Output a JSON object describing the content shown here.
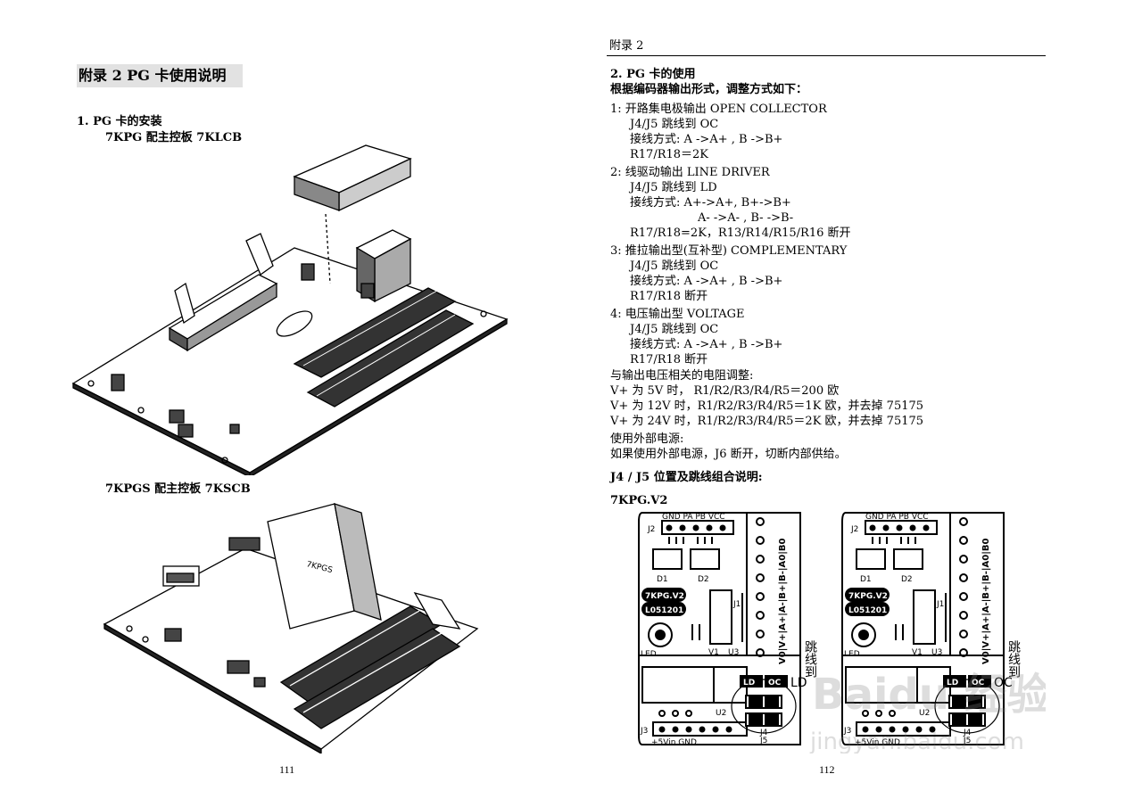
{
  "left_page": {
    "appendix_title": "附录 2  PG 卡使用说明",
    "section1_heading": "1.   PG 卡的安装",
    "fig1_caption": "7KPG 配主控板 7KLCB",
    "fig2_caption": "7KPGS 配主控板 7KSCB",
    "fig2_board_label": "7KPGS",
    "page_number": "111"
  },
  "right_page": {
    "header": "附录 2",
    "section2_heading": "2.   PG 卡的使用",
    "intro": "根据编码器输出形式，调整方式如下：",
    "modes": [
      {
        "title": "1:  开路集电极输出   OPEN COLLECTOR",
        "lines": [
          "J4/J5 跳线到 OC",
          "接线方式:    A ->A+ ,    B ->B+",
          "R17/R18＝2K"
        ]
      },
      {
        "title": "2:  线驱动输出   LINE DRIVER",
        "lines": [
          "J4/J5 跳线到 LD",
          "接线方式:    A+->A+,    B+->B+",
          "A- ->A- ,    B- ->B-",
          "R17/R18=2K，R13/R14/R15/R16 断开"
        ]
      },
      {
        "title": "3:  推拉输出型(互补型) COMPLEMENTARY",
        "lines": [
          "J4/J5 跳线到 OC",
          "接线方式:    A ->A+ ,    B ->B+",
          "R17/R18 断开"
        ]
      },
      {
        "title": "4:  电压输出型   VOLTAGE",
        "lines": [
          "J4/J5 跳线到 OC",
          "接线方式:    A ->A+ ,    B ->B+",
          "R17/R18 断开"
        ]
      }
    ],
    "resistor_heading": "与输出电压相关的电阻调整:",
    "resistor_lines": [
      "V+  为 5V 时，   R1/R2/R3/R4/R5＝200 欧",
      "V+  为 12V 时，R1/R2/R3/R4/R5＝1K 欧，并去掉 75175",
      "V+  为 24V 时，R1/R2/R3/R4/R5＝2K 欧，并去掉 75175"
    ],
    "ext_power_heading": "使用外部电源:",
    "ext_power_text": "如果使用外部电源，J6 断开，切断内部供给。",
    "j4j5_heading": "J4 / J5 位置及跳线组合说明:",
    "board_name": "7KPG.V2",
    "boards": [
      {
        "jumper_note": "跳线到",
        "jumper_target": "LD"
      },
      {
        "jumper_note": "跳线到",
        "jumper_target": "OC"
      }
    ],
    "board_labels": {
      "top_pins": "GND PA PB    VCC",
      "j2": "J2",
      "d1": "D1",
      "d2": "D2",
      "j1": "J1",
      "model": "7KPG.V2",
      "code": "L051201",
      "led": "LED",
      "v1": "V1",
      "u3": "U3",
      "u2": "U2",
      "j3": "J3",
      "bottom_pins": "+5Vin        GND",
      "ld": "LD",
      "oc": "OC",
      "j4": "J4",
      "j5": "J5",
      "terminal": "V0|V+|A+|A-|B+|B-|A0|B0"
    },
    "watermark": "Baidu 经验",
    "watermark_url": "jingyan.baidu.com",
    "page_number": "112"
  }
}
